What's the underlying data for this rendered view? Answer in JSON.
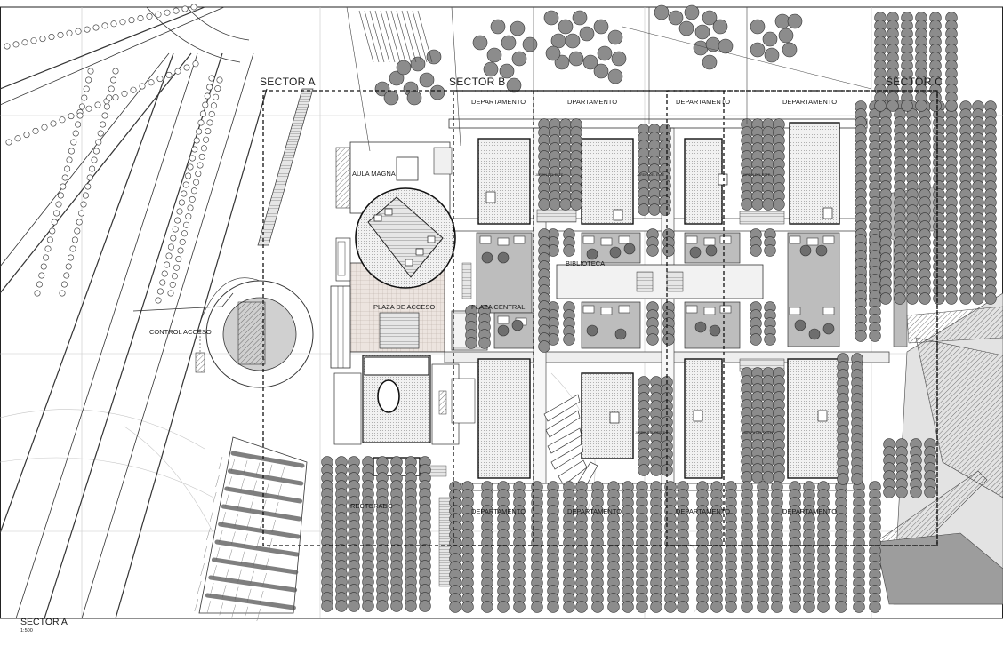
{
  "plan": {
    "sectors": [
      "SECTOR A",
      "SECTOR B",
      "SECTOR C"
    ],
    "buildings": {
      "aula_magna": "AULA MAGNA",
      "plaza_acceso": "PLAZA DE ACCESO",
      "plaza_central": "PLAZA CENTRAL",
      "biblioteca": "BIBLIOTECA",
      "rectorado": "RECTORADO",
      "control_acceso": "CONTROL ACCESO"
    },
    "departamentos_top": [
      "DEPARTAMENTO",
      "DPARTAMENTO",
      "DEPARTAMENTO",
      "DEPARTAMENTO"
    ],
    "departamentos_bottom": [
      "DEPARTAMENTO",
      "DEPARTAMENTO",
      "DEPARTAMENTO",
      "DEPARTAMENTO"
    ],
    "jardines_top": [
      "JARDIN DEL ESTE",
      "JARDIN DEL ESTE",
      "JARDIN DEL ESTE"
    ],
    "jardines_bottom": [
      "JARDIN DEL OESTE",
      "JARDIN DEL OESTE"
    ],
    "caption": "SECTOR A",
    "scale": "1:500"
  },
  "colors": {
    "tree": "#8c8c8c",
    "tree_dark": "#6e6e6e",
    "line": "#2b2b2b",
    "fill_light": "#d6d6d6",
    "fill_mid": "#bdbdbd"
  }
}
